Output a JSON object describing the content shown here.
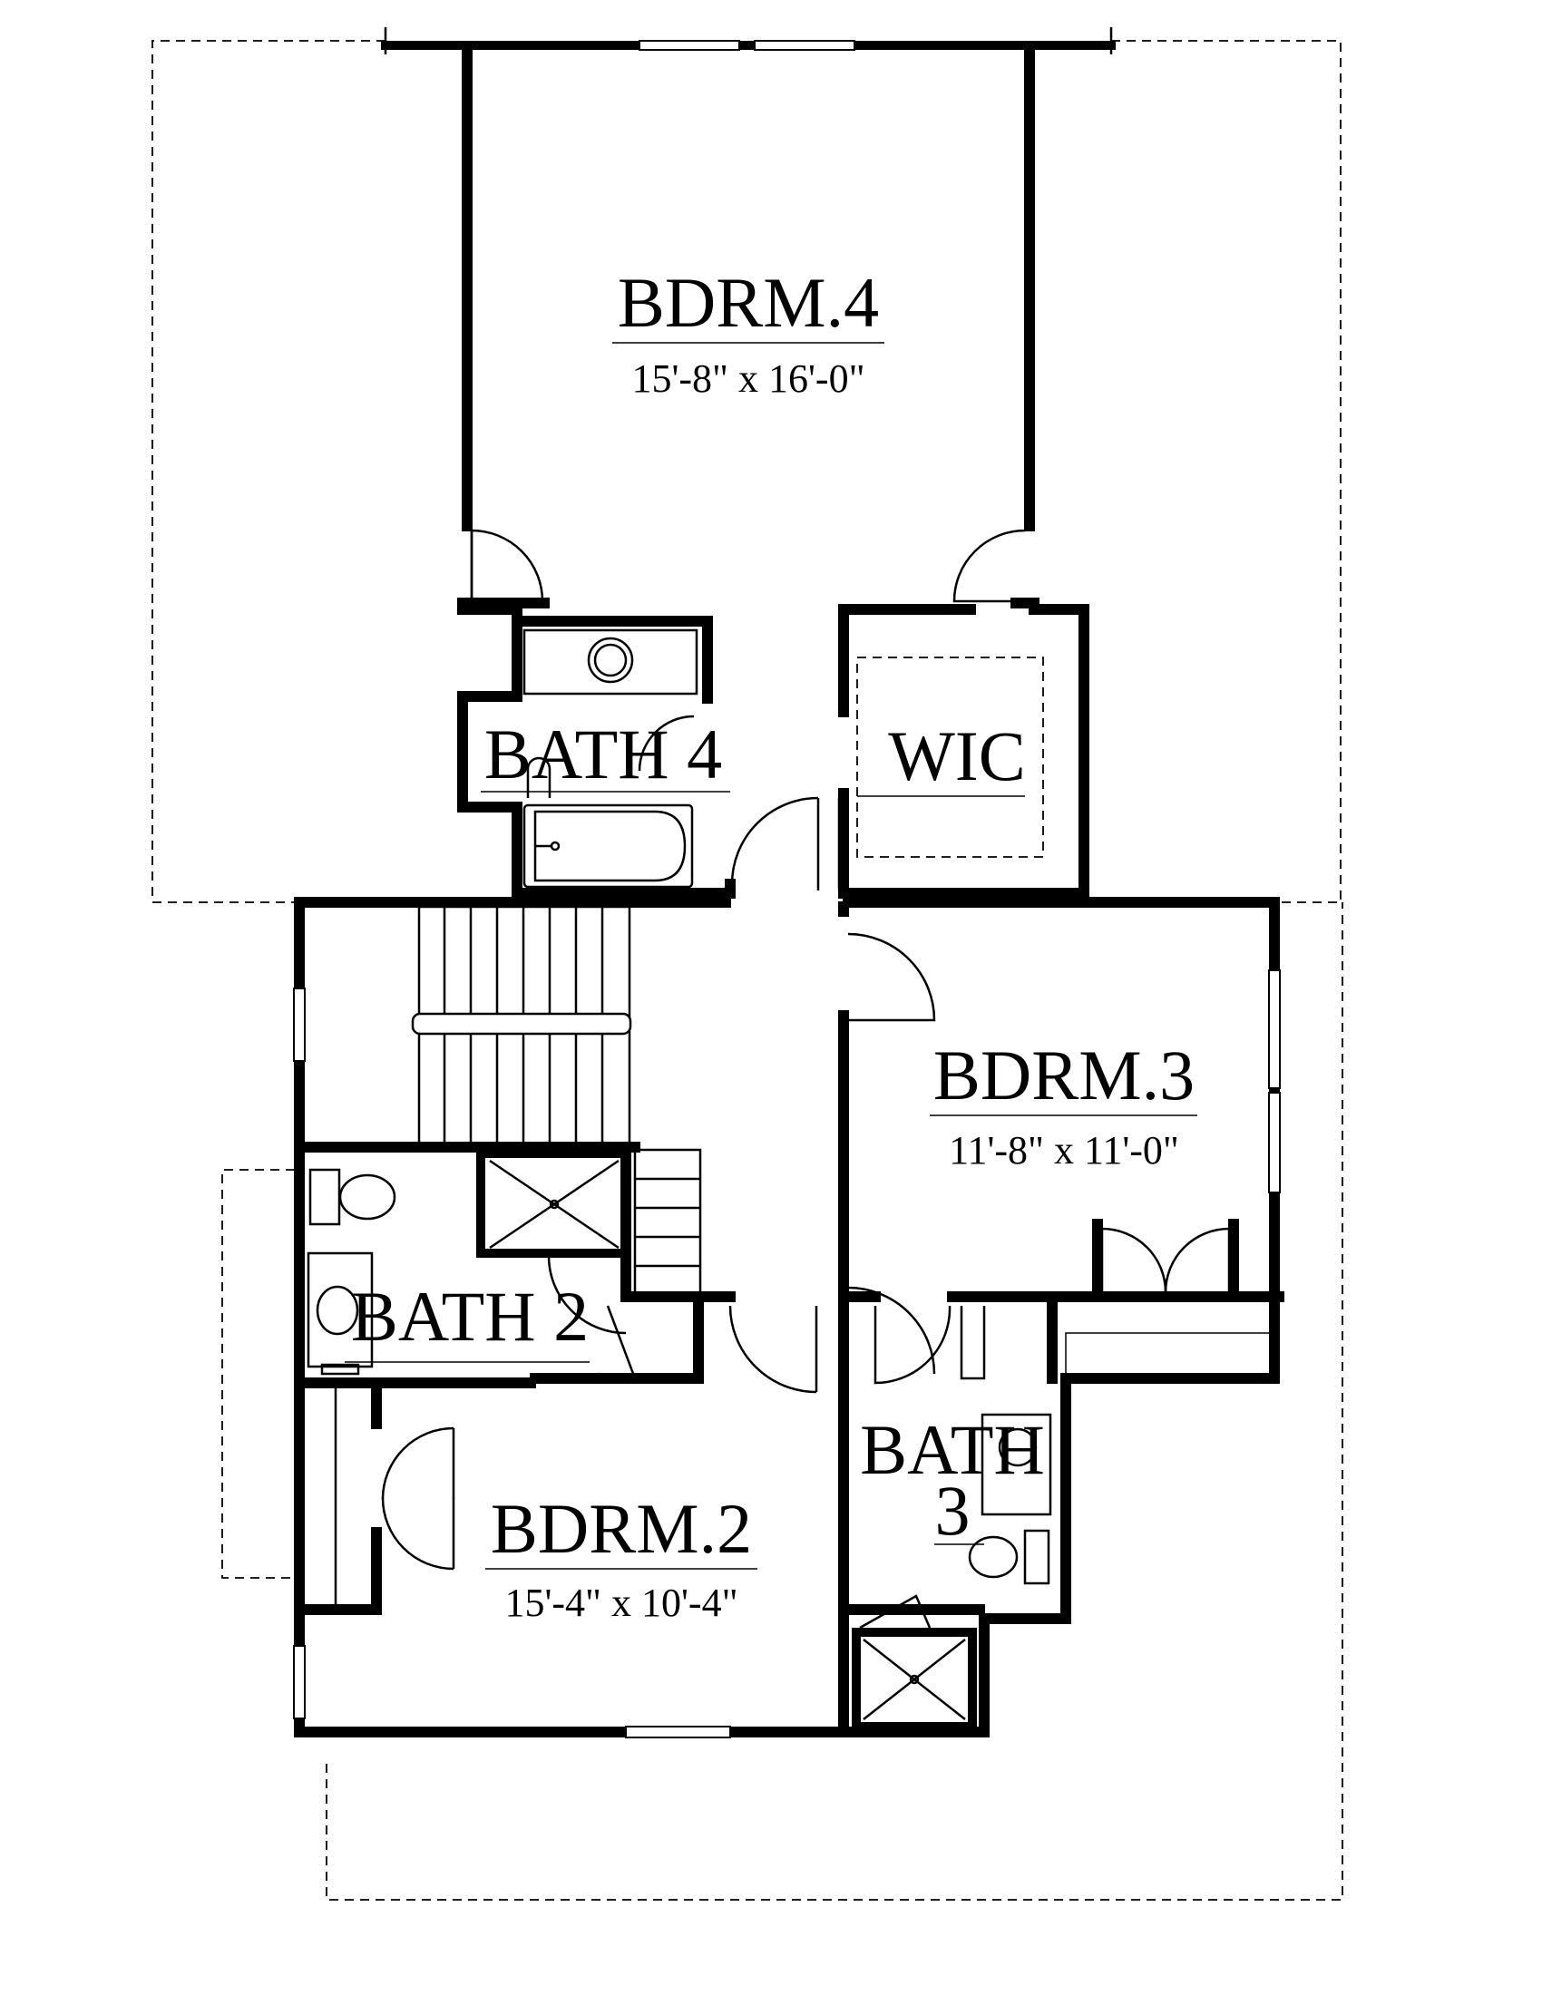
{
  "rooms": {
    "bdrm4": {
      "name": "BDRM.4",
      "dims": "15'-8\" x 16'-0\""
    },
    "bath4": {
      "name": "BATH 4"
    },
    "wic": {
      "name": "WIC"
    },
    "bdrm3": {
      "name": "BDRM.3",
      "dims": "11'-8\" x 11'-0\""
    },
    "bath2": {
      "name": "BATH 2"
    },
    "bdrm2": {
      "name": "BDRM.2",
      "dims": "15'-4\" x 10'-4\""
    },
    "bath3": {
      "name_line1": "BATH",
      "name_line2": "3"
    }
  }
}
